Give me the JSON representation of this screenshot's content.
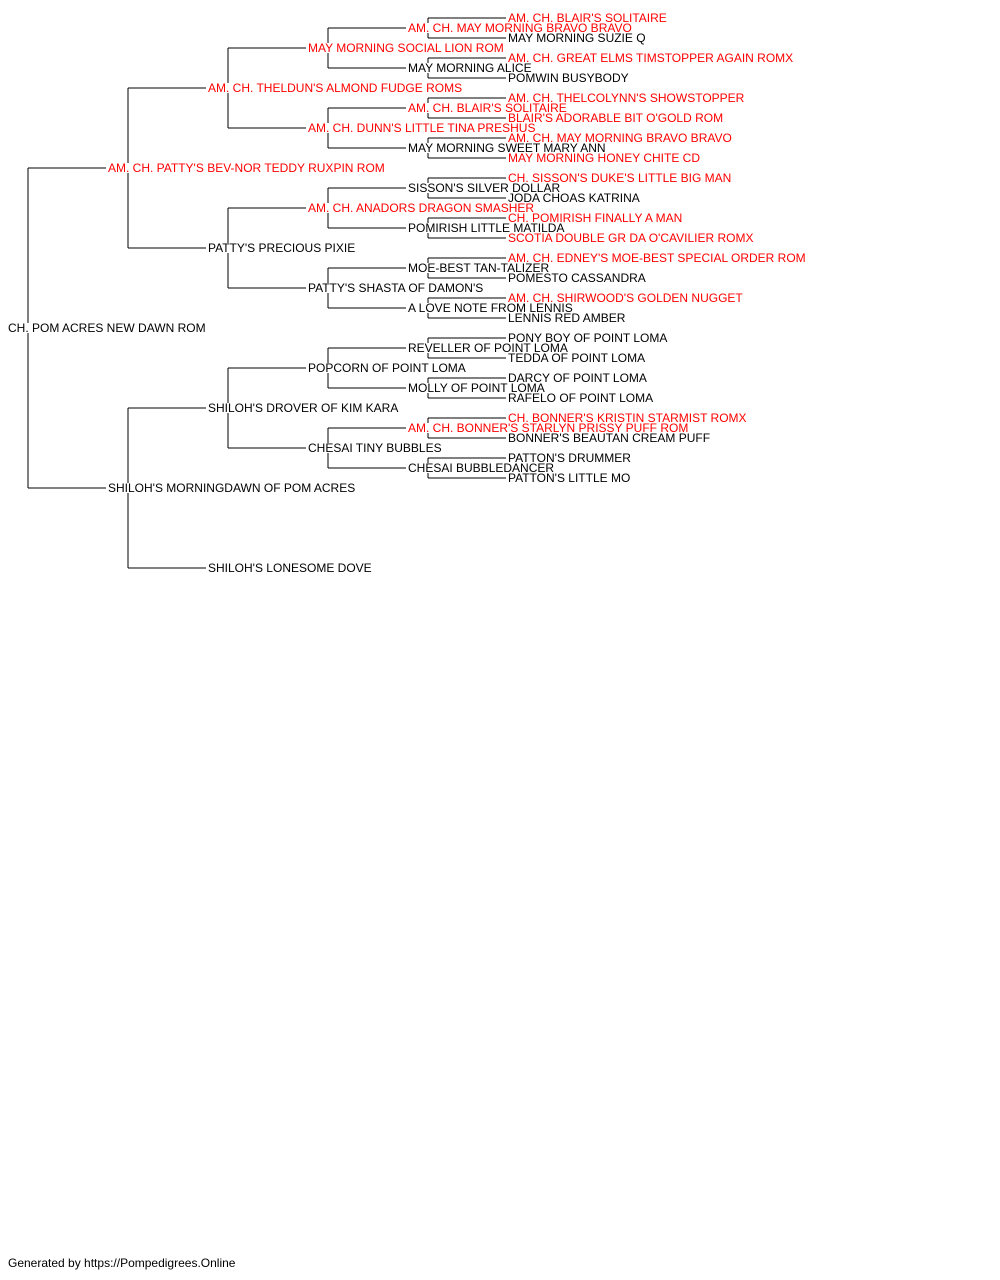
{
  "colors": {
    "champion": "#ff0000",
    "normal": "#000000",
    "line": "#000000"
  },
  "pedigree": {
    "name": "CH. POM ACRES NEW DAWN ROM",
    "champion": false,
    "sire": {
      "name": "AM. CH. PATTY'S BEV-NOR TEDDY RUXPIN ROM",
      "champion": true,
      "sire": {
        "name": "AM. CH. THELDUN'S ALMOND FUDGE ROMS",
        "champion": true,
        "sire": {
          "name": "MAY MORNING SOCIAL LION ROM",
          "champion": true,
          "sire": {
            "name": "AM. CH. MAY MORNING BRAVO BRAVO",
            "champion": true,
            "sire": {
              "name": "AM. CH. BLAIR'S SOLITAIRE",
              "champion": true
            },
            "dam": {
              "name": "MAY MORNING SUZIE Q",
              "champion": false
            }
          },
          "dam": {
            "name": "MAY MORNING ALICE",
            "champion": false,
            "sire": {
              "name": "AM. CH. GREAT ELMS TIMSTOPPER AGAIN ROMX",
              "champion": true
            },
            "dam": {
              "name": "POMWIN BUSYBODY",
              "champion": false
            }
          }
        },
        "dam": {
          "name": "AM. CH. DUNN'S LITTLE TINA PRESHUS",
          "champion": true,
          "sire": {
            "name": "AM. CH. BLAIR'S SOLITAIRE",
            "champion": true,
            "sire": {
              "name": "AM. CH. THELCOLYNN'S SHOWSTOPPER",
              "champion": true
            },
            "dam": {
              "name": "BLAIR'S ADORABLE BIT O'GOLD ROM",
              "champion": true
            }
          },
          "dam": {
            "name": "MAY MORNING SWEET MARY ANN",
            "champion": false,
            "sire": {
              "name": "AM. CH. MAY MORNING BRAVO BRAVO",
              "champion": true
            },
            "dam": {
              "name": "MAY MORNING HONEY CHITE CD",
              "champion": true
            }
          }
        }
      },
      "dam": {
        "name": "PATTY'S PRECIOUS PIXIE",
        "champion": false,
        "sire": {
          "name": "AM. CH. ANADORS DRAGON SMASHER",
          "champion": true,
          "sire": {
            "name": "SISSON'S SILVER DOLLAR",
            "champion": false,
            "sire": {
              "name": "CH. SISSON'S DUKE'S LITTLE BIG MAN",
              "champion": true
            },
            "dam": {
              "name": "JODA CHOAS KATRINA",
              "champion": false
            }
          },
          "dam": {
            "name": "POMIRISH LITTLE MATILDA",
            "champion": false,
            "sire": {
              "name": "CH. POMIRISH FINALLY A MAN",
              "champion": true
            },
            "dam": {
              "name": "SCOTIA DOUBLE GR DA O'CAVILIER ROMX",
              "champion": true
            }
          }
        },
        "dam": {
          "name": "PATTY'S SHASTA OF DAMON'S",
          "champion": false,
          "sire": {
            "name": "MOE-BEST TAN-TALIZER",
            "champion": false,
            "sire": {
              "name": "AM. CH. EDNEY'S MOE-BEST SPECIAL ORDER ROM",
              "champion": true
            },
            "dam": {
              "name": "POMESTO CASSANDRA",
              "champion": false
            }
          },
          "dam": {
            "name": "A LOVE NOTE FROM LENNIS",
            "champion": false,
            "sire": {
              "name": "AM. CH. SHIRWOOD'S GOLDEN NUGGET",
              "champion": true
            },
            "dam": {
              "name": "LENNIS RED AMBER",
              "champion": false
            }
          }
        }
      }
    },
    "dam": {
      "name": "SHILOH'S MORNINGDAWN OF POM ACRES",
      "champion": false,
      "sire": {
        "name": "SHILOH'S DROVER OF KIM KARA",
        "champion": false,
        "sire": {
          "name": "POPCORN OF POINT LOMA",
          "champion": false,
          "sire": {
            "name": "REVELLER OF POINT LOMA",
            "champion": false,
            "sire": {
              "name": "PONY BOY OF POINT LOMA",
              "champion": false
            },
            "dam": {
              "name": "TEDDA OF POINT LOMA",
              "champion": false
            }
          },
          "dam": {
            "name": "MOLLY OF POINT LOMA",
            "champion": false,
            "sire": {
              "name": "DARCY OF POINT LOMA",
              "champion": false
            },
            "dam": {
              "name": "RAFELO OF POINT LOMA",
              "champion": false
            }
          }
        },
        "dam": {
          "name": "CHESAI TINY BUBBLES",
          "champion": false,
          "sire": {
            "name": "AM. CH. BONNER'S STARLYN PRISSY PUFF ROM",
            "champion": true,
            "sire": {
              "name": "CH. BONNER'S KRISTIN STARMIST ROMX",
              "champion": true
            },
            "dam": {
              "name": "BONNER'S BEAUTAN CREAM PUFF",
              "champion": false
            }
          },
          "dam": {
            "name": "CHESAI BUBBLEDANCER",
            "champion": false,
            "sire": {
              "name": "PATTON'S DRUMMER",
              "champion": false
            },
            "dam": {
              "name": "PATTON'S LITTLE MO",
              "champion": false
            }
          }
        }
      },
      "dam": {
        "name": "SHILOH'S LONESOME DOVE",
        "champion": false
      }
    }
  },
  "footer": {
    "text": "Generated by https://Pompedigrees.Online"
  }
}
